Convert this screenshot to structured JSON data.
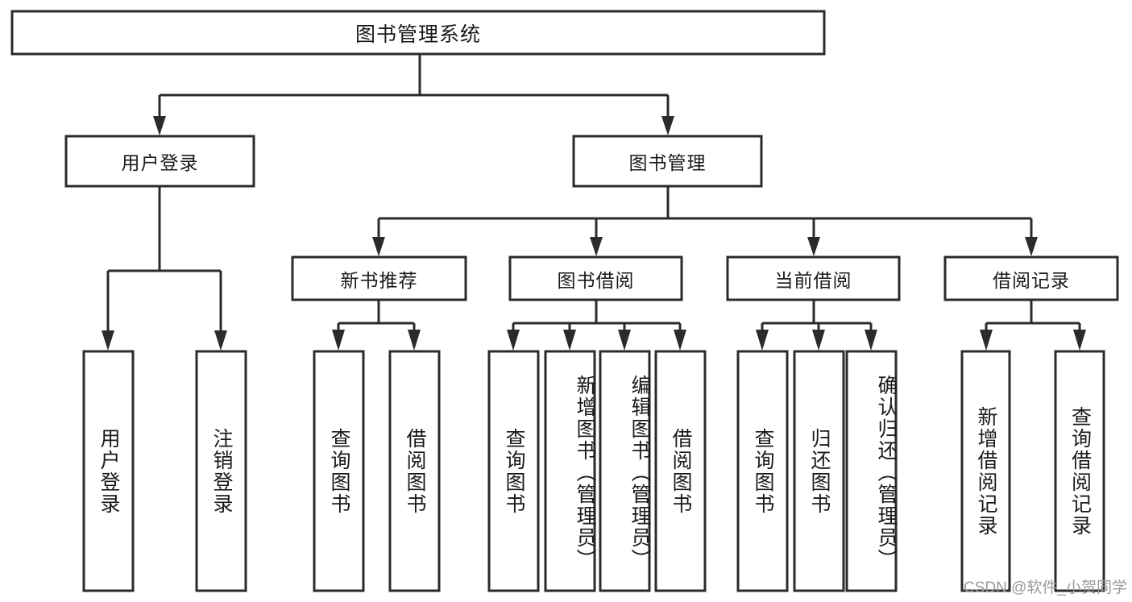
{
  "diagram": {
    "title": "图书管理系统",
    "type": "tree-hierarchy",
    "watermark": "CSDN @软件_小贺同学",
    "colors": {
      "stroke": "#2b2b2b",
      "fill": "#ffffff",
      "text": "#1a1a1a",
      "watermark": "#9a9a9a"
    },
    "root": {
      "label": "图书管理系统"
    },
    "level2": [
      {
        "label": "用户登录"
      },
      {
        "label": "图书管理"
      }
    ],
    "level3": [
      {
        "label": "新书推荐"
      },
      {
        "label": "图书借阅"
      },
      {
        "label": "当前借阅"
      },
      {
        "label": "借阅记录"
      }
    ],
    "leaves": {
      "user_login": [
        {
          "label": "用户登录"
        },
        {
          "label": "注销登录"
        }
      ],
      "new_book": [
        {
          "label": "查询图书"
        },
        {
          "label": "借阅图书"
        }
      ],
      "book_borrow": [
        {
          "label": "查询图书"
        },
        {
          "label": "新增图书（管理员）"
        },
        {
          "label": "编辑图书（管理员）"
        },
        {
          "label": "借阅图书"
        }
      ],
      "current_borrow": [
        {
          "label": "查询图书"
        },
        {
          "label": "归还图书"
        },
        {
          "label": "确认归还（管理员）"
        }
      ],
      "borrow_record": [
        {
          "label": "新增借阅记录"
        },
        {
          "label": "查询借阅记录"
        }
      ]
    }
  }
}
